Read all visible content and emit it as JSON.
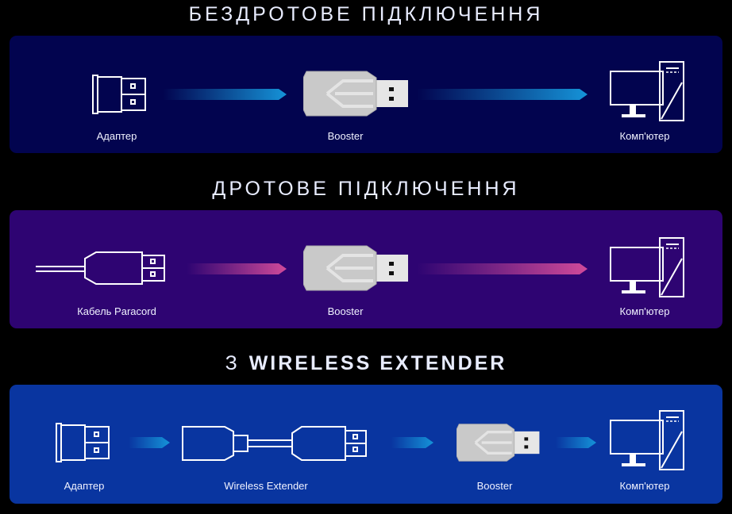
{
  "sections": [
    {
      "title": "БЕЗДРОТОВЕ ПІДКЛЮЧЕННЯ",
      "labels": [
        "Адаптер",
        "Booster",
        "Комп'ютер"
      ]
    },
    {
      "title": "ДРОТОВЕ ПІДКЛЮЧЕННЯ",
      "labels": [
        "Кабель Paracord",
        "Booster",
        "Комп'ютер"
      ]
    },
    {
      "title_prefix": "З",
      "title_strong": "WIRELESS EXTENDER",
      "labels": [
        "Адаптер",
        "Wireless Extender",
        "Booster",
        "Комп'ютер"
      ]
    }
  ],
  "colors": {
    "panel_wireless": "#02044f",
    "panel_wired": "#2e0472",
    "panel_extender": "#0935a0",
    "arrow_blue": "#1593d8",
    "arrow_pink": "#d04a9a"
  }
}
